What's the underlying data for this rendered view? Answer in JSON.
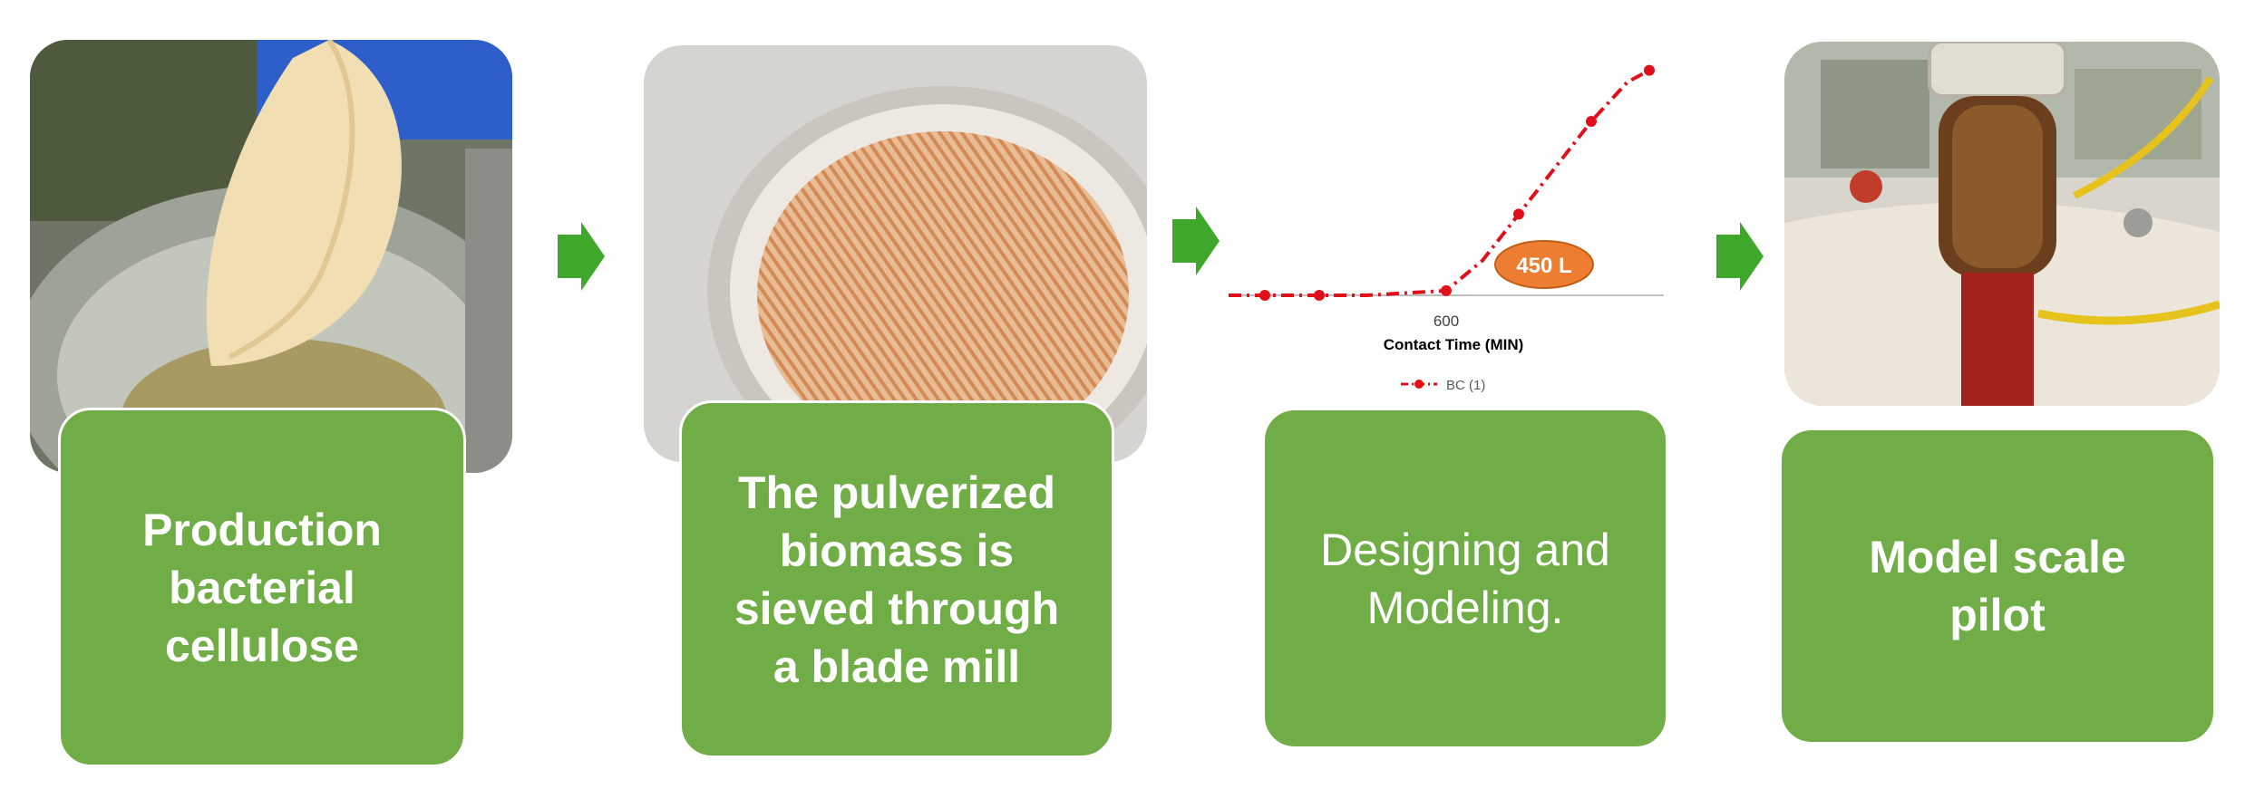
{
  "steps": [
    {
      "label": "Production\nbacterial\ncellulose",
      "bold": true
    },
    {
      "label": "The pulverized\nbiomass is\nsieved through\na blade mill",
      "bold": true
    },
    {
      "label": "Designing and\nModeling.",
      "bold": false
    },
    {
      "label": "Model scale\npilot",
      "bold": true
    }
  ],
  "colors": {
    "box": "#70ad47",
    "arrow": "#3fa82b",
    "series": "#e0101a",
    "badge": "#ed7d31"
  },
  "icons": [
    "arrow-right-icon",
    "arrow-right-icon",
    "arrow-right-icon"
  ],
  "chart_data": {
    "type": "line",
    "xlabel": "Contact Time (MIN)",
    "ylabel": "",
    "x_ticks": [
      600
    ],
    "xlim": [
      0,
      1200
    ],
    "ylim": [
      0,
      1
    ],
    "series": [
      {
        "name": "BC (1)",
        "x": [
          0,
          100,
          250,
          380,
          600,
          700,
          800,
          900,
          1000,
          1100,
          1160
        ],
        "y": [
          0,
          0,
          0,
          0,
          0.02,
          0.15,
          0.35,
          0.55,
          0.75,
          0.92,
          0.97
        ]
      }
    ],
    "annotation": "450 L",
    "grid": false,
    "legend": "bottom"
  }
}
